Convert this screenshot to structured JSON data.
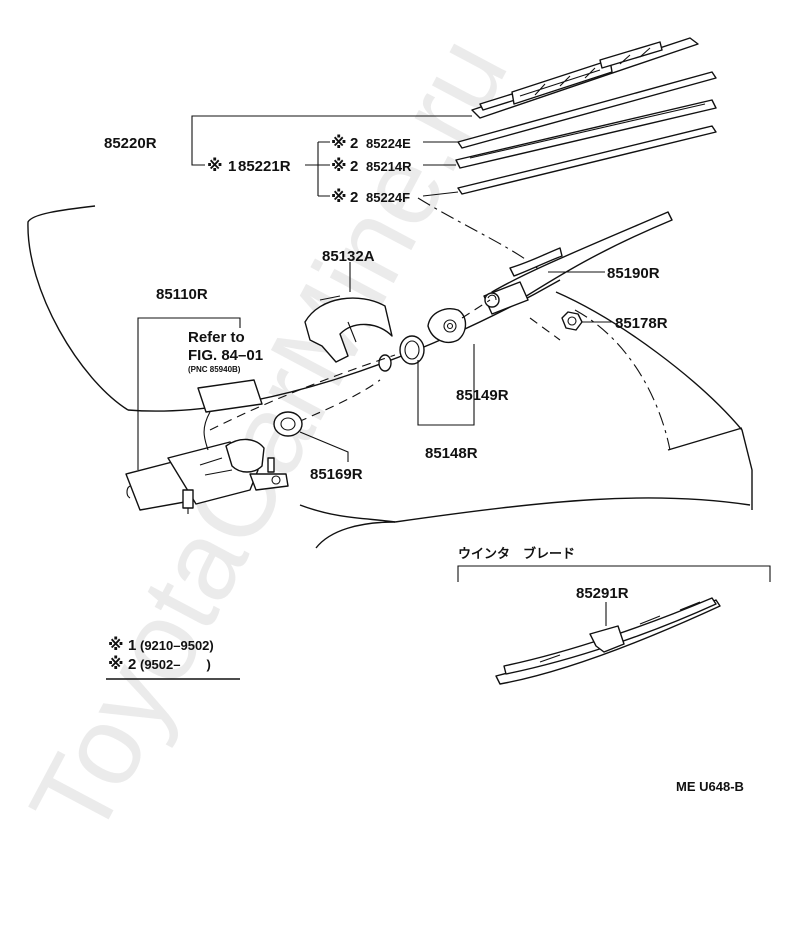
{
  "watermark": "ToyotaCarMine.ru",
  "note_mark": "※",
  "part_labels": {
    "wiper_blade_assy": "85220R",
    "blade_sub1": "85221R",
    "blade_note1": "1",
    "refill_e": "85224E",
    "refill_e_note": "2",
    "backing_plate": "85214R",
    "backing_plate_note": "2",
    "refill_f": "85224F",
    "refill_f_note": "2",
    "pivot_cover": "85132A",
    "wiper_arm": "85190R",
    "arm_nut": "85178R",
    "motor_assy": "85110R",
    "pivot_cap": "85149R",
    "pivot_seal": "85148R",
    "grommet": "85169R",
    "winter_blade": "85291R"
  },
  "refer": {
    "line1": "Refer to",
    "line2": "FIG. 84–01",
    "line3": "(PNC 85940B)"
  },
  "winter_label": "ウインタ　ブレード",
  "legend": [
    {
      "mark": "※",
      "num": "1",
      "range": "(9210–9502)"
    },
    {
      "mark": "※",
      "num": "2",
      "range": "(9502–　　)"
    }
  ],
  "figure_code": "ME  U648-B"
}
